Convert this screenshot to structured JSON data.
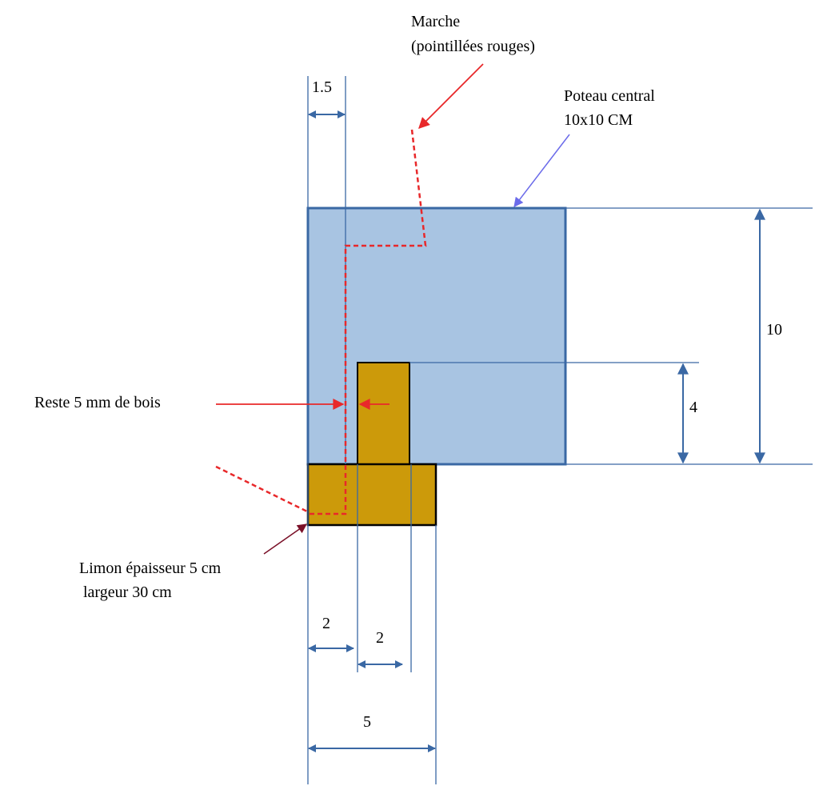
{
  "labels": {
    "marche_line1": "Marche",
    "marche_line2": "(pointillées rouges)",
    "poteau_line1": "Poteau central",
    "poteau_line2": "10x10 CM",
    "reste": "Reste 5 mm  de bois",
    "limon_line1": "Limon épaisseur 5 cm",
    "limon_line2": "largeur 30 cm"
  },
  "dimensions": {
    "top_width": "1.5",
    "height_total": "10",
    "height_tenon": "4",
    "bottom_left": "2",
    "bottom_mid": "2",
    "bottom_total": "5"
  },
  "colors": {
    "post_fill": "#a8c4e2",
    "post_stroke": "#3a68a4",
    "wood_fill": "#cc9a0a",
    "wood_stroke": "#000000",
    "dim_line": "#3a68a4",
    "red": "#e8282a",
    "pointer_blue": "#6b6bea",
    "pointer_dark": "#7a1028"
  }
}
